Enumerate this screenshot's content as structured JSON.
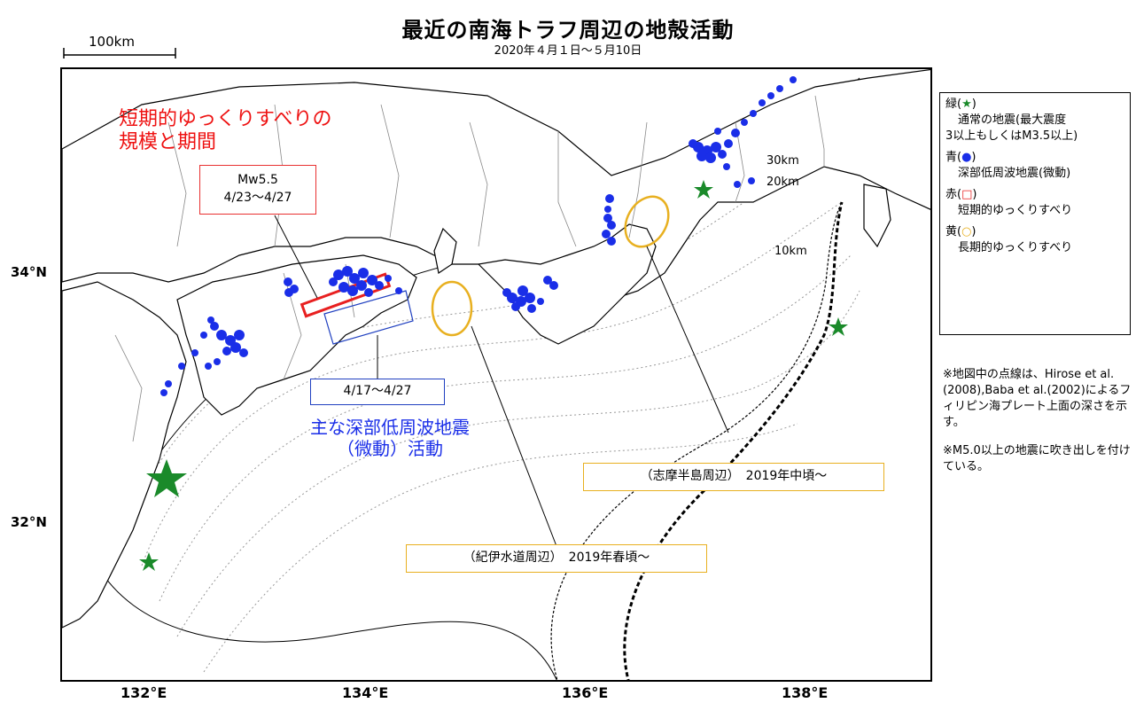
{
  "title": "最近の南海トラフ周辺の地殻活動",
  "subtitle": "2020年４月１日～５月10日",
  "scale": {
    "label": "100km"
  },
  "lat_labels": [
    "34°N",
    "32°N"
  ],
  "lon_labels": [
    "132°E",
    "134°E",
    "136°E",
    "138°E"
  ],
  "depth_labels": [
    "30km",
    "20km",
    "10km"
  ],
  "legend": {
    "green": {
      "head": "緑(",
      "sym": "★",
      "tail": ")",
      "desc1": "通常の地震(最大震度",
      "desc2": "3以上もしくはM3.5以上)"
    },
    "blue": {
      "head": "青(",
      "sym": "●",
      "tail": ")",
      "desc1": "深部低周波地震(微動)"
    },
    "red": {
      "head": "赤(",
      "sym": "□",
      "tail": ")",
      "desc1": "短期的ゆっくりすべり"
    },
    "yellow": {
      "head": "黄(",
      "sym": "○",
      "tail": ")",
      "desc1": "長期的ゆっくりすべり"
    }
  },
  "notes": {
    "note1": "※地図中の点線は、Hirose et al.(2008),Baba et al.(2002)によるフィリピン海プレート上面の深さを示す。",
    "note2": "※M5.0以上の地震に吹き出しを付けている。"
  },
  "annotations": {
    "red_title_line1": "短期的ゆっくりすべりの",
    "red_title_line2": "規模と期間",
    "red_box_line1": "Mw5.5",
    "red_box_line2": "4/23～4/27",
    "blue_box": "4/17～4/27",
    "blue_title_line1": "主な深部低周波地震",
    "blue_title_line2": "（微動）活動",
    "shima": "（志摩半島周辺）　2019年中頃～",
    "kii": "（紀伊水道周辺）　2019年春頃～"
  },
  "colors": {
    "tremor_blue": "#1a2ee8",
    "sse_red": "#e82020",
    "long_sse_yellow": "#e8b020",
    "quake_green": "#1a8a2a"
  }
}
